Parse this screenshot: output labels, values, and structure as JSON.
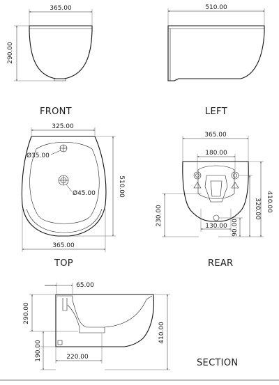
{
  "views": {
    "front": {
      "label": "FRONT",
      "width": "365.00",
      "height": "290.00"
    },
    "left": {
      "label": "LEFT",
      "depth": "510.00"
    },
    "top": {
      "label": "TOP",
      "top_width": "325.00",
      "hole_small": "Ø35.00",
      "hole_large": "Ø45.00",
      "depth": "510.00",
      "bottom_width": "365.00"
    },
    "rear": {
      "label": "REAR",
      "width": "365.00",
      "bolt_spacing": "180.00",
      "height_total": "410.00",
      "bolt_height": "320.00",
      "inlet_height": "230.00",
      "inlet_offset": "130.00",
      "outlet_height": "90.00"
    },
    "section": {
      "label": "SECTION",
      "inlet_width": "65.00",
      "height_290": "290.00",
      "height_190": "190.00",
      "depth_220": "220.00",
      "height_410": "410.00"
    }
  },
  "colors": {
    "line": "#111111",
    "background": "#ffffff"
  }
}
